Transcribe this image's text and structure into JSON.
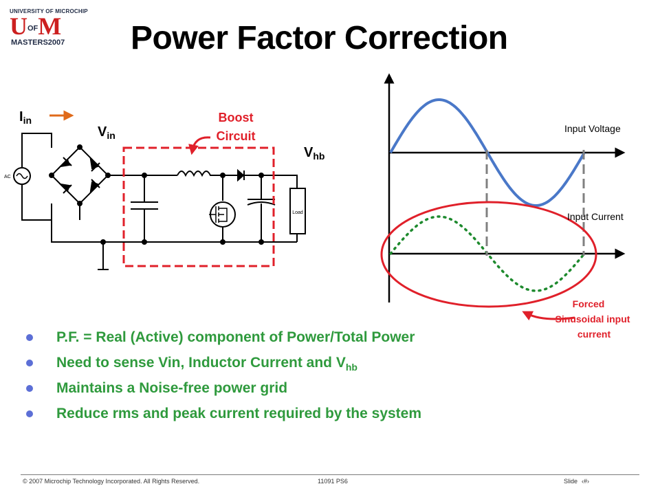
{
  "logo": {
    "line1": "UNIVERSITY OF MICROCHIP",
    "u": "U",
    "of": "OF",
    "m": "M",
    "line3": "MASTERS2007"
  },
  "title": "Power Factor Correction",
  "circuit": {
    "iin_main": "I",
    "iin_sub": "in",
    "vin_main": "V",
    "vin_sub": "in",
    "vhb_main": "V",
    "vhb_sub": "hb",
    "boost_line1": "Boost",
    "boost_line2": "Circuit",
    "ac_label": "AC",
    "load_label": "Load"
  },
  "waveform": {
    "input_voltage_label": "Input Voltage",
    "input_current_label": "Input Current",
    "forced_line1": "Forced",
    "forced_line2": "Sinusoidal input",
    "forced_line3": "current"
  },
  "bullets": [
    {
      "text": "P.F. = Real (Active) component of Power/Total Power",
      "sub": ""
    },
    {
      "text": "Need to sense Vin, Inductor Current and V",
      "sub": "hb"
    },
    {
      "text": "Maintains a Noise-free power grid",
      "sub": ""
    },
    {
      "text": "Reduce rms and peak current required by the system",
      "sub": ""
    }
  ],
  "footer": {
    "copyright": "© 2007  Microchip Technology  Incorporated.  All Rights Reserved.",
    "code": "11091 PS6",
    "slide_label": "Slide",
    "slide_number": "‹#›"
  },
  "colors": {
    "title": "#000000",
    "bullet_text": "#2f9a3d",
    "bullet_dot": "#5c6fd6",
    "boost_box": "#e0202a",
    "voltage_wave": "#4a78c8",
    "current_wave": "#1e8a2e",
    "arrow_orange": "#e06a1a"
  }
}
